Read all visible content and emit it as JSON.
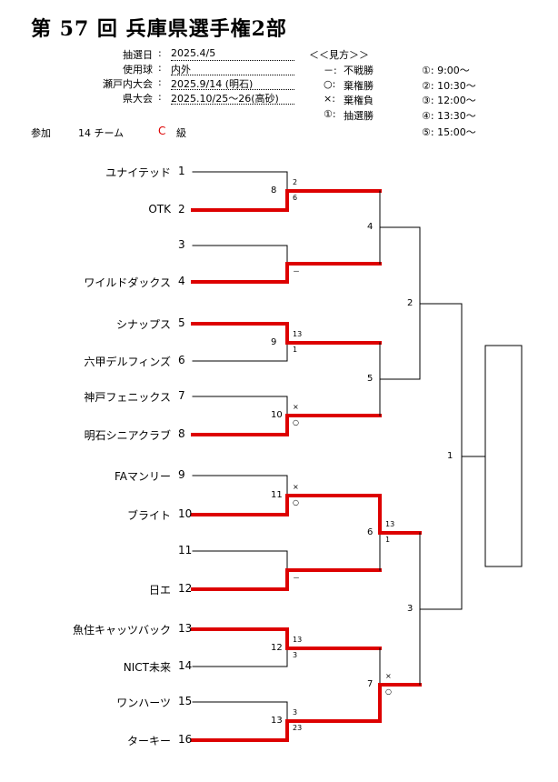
{
  "title": "第 57 回 兵庫県選手権2部",
  "info": [
    {
      "label": "抽選日",
      "value": "2025.4/5"
    },
    {
      "label": "使用球",
      "value": "内外"
    },
    {
      "label": "瀬戸内大会",
      "value": "2025.9/14 (明石)"
    },
    {
      "label": "県大会",
      "value": "2025.10/25～26(高砂)"
    }
  ],
  "legend": {
    "heading": "＜＜見方＞＞",
    "symbols": [
      {
        "mark": "－:",
        "text": "不戦勝"
      },
      {
        "mark": "○:",
        "text": "棄権勝"
      },
      {
        "mark": "×:",
        "text": "棄権負"
      },
      {
        "mark": "①:",
        "text": "抽選勝"
      }
    ],
    "times": [
      "①: 9:00～",
      "②: 10:30～",
      "③: 12:00～",
      "④: 13:30～",
      "⑤: 15:00～"
    ]
  },
  "participation": {
    "label": "参加",
    "teams": "14 チーム",
    "class_letter": "C",
    "class_suffix": "級"
  },
  "teams": [
    {
      "name": "ユナイテッド",
      "seed": "1"
    },
    {
      "name": "OTK",
      "seed": "2"
    },
    {
      "name": "",
      "seed": "3"
    },
    {
      "name": "ワイルドダックス",
      "seed": "4"
    },
    {
      "name": "シナップス",
      "seed": "5"
    },
    {
      "name": "六甲デルフィンズ",
      "seed": "6"
    },
    {
      "name": "神戸フェニックス",
      "seed": "7"
    },
    {
      "name": "明石シニアクラブ",
      "seed": "8"
    },
    {
      "name": "FAマンリー",
      "seed": "9"
    },
    {
      "name": "ブライト",
      "seed": "10"
    },
    {
      "name": "",
      "seed": "11"
    },
    {
      "name": "日エ",
      "seed": "12"
    },
    {
      "name": "魚住キャッツバック",
      "seed": "13"
    },
    {
      "name": "NICT未来",
      "seed": "14"
    },
    {
      "name": "ワンハーツ",
      "seed": "15"
    },
    {
      "name": "ターキー",
      "seed": "16"
    }
  ],
  "round1": [
    {
      "match": "8",
      "top": "2",
      "bottom": "6",
      "winner": "bottom"
    },
    {
      "match": "",
      "top": "",
      "bottom": "－",
      "winner": "bottom"
    },
    {
      "match": "9",
      "top": "13",
      "bottom": "1",
      "winner": "top"
    },
    {
      "match": "10",
      "top": "×",
      "bottom": "○",
      "winner": "bottom"
    },
    {
      "match": "11",
      "top": "×",
      "bottom": "○",
      "winner": "bottom"
    },
    {
      "match": "",
      "top": "",
      "bottom": "－",
      "winner": "bottom"
    },
    {
      "match": "12",
      "top": "13",
      "bottom": "3",
      "winner": "top"
    },
    {
      "match": "13",
      "top": "3",
      "bottom": "23",
      "winner": "bottom"
    }
  ],
  "round2": [
    {
      "match": "4",
      "top": "",
      "bottom": "",
      "winner": ""
    },
    {
      "match": "5",
      "top": "",
      "bottom": "",
      "winner": ""
    },
    {
      "match": "6",
      "top": "13",
      "bottom": "1",
      "winner": "top"
    },
    {
      "match": "7",
      "top": "×",
      "bottom": "○",
      "winner": "bottom"
    }
  ],
  "round3": [
    {
      "match": "2"
    },
    {
      "match": "3"
    }
  ],
  "final": {
    "match": "1"
  },
  "colors": {
    "win_line": "#dd0000",
    "line": "#000000",
    "class_letter": "#dd0000"
  }
}
